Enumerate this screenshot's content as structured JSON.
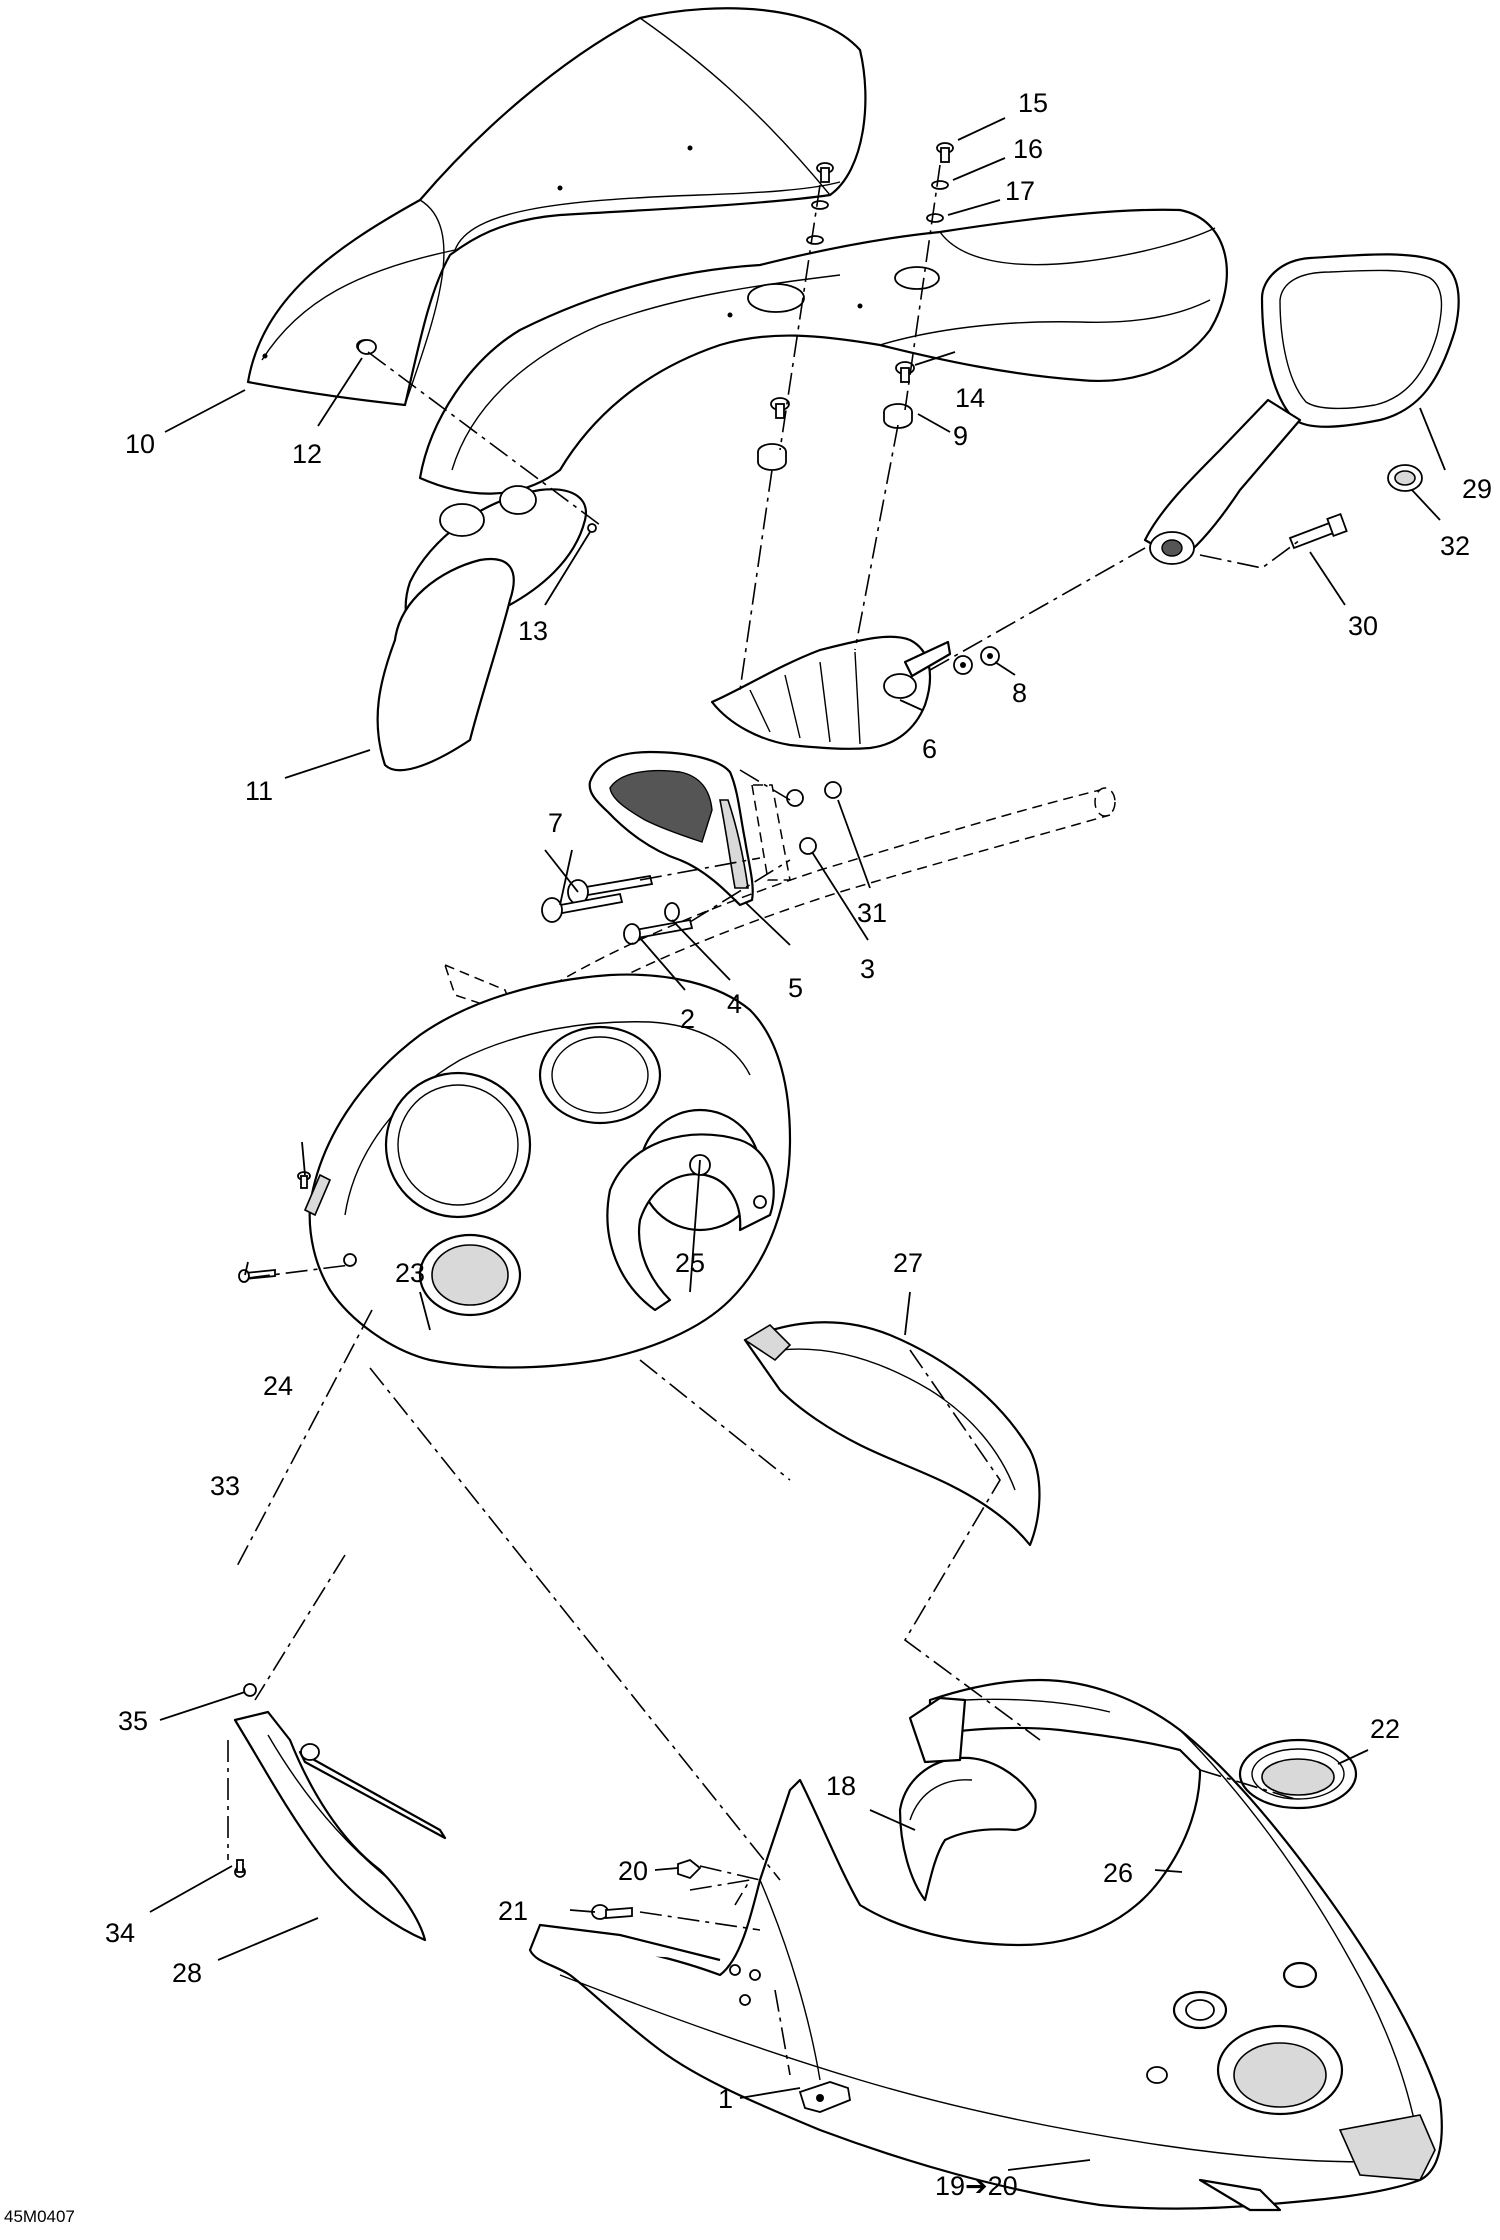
{
  "diagram": {
    "reference_code": "45M0407",
    "callouts": [
      {
        "id": "c1",
        "text": "1"
      },
      {
        "id": "c2",
        "text": "2"
      },
      {
        "id": "c3",
        "text": "3"
      },
      {
        "id": "c4",
        "text": "4"
      },
      {
        "id": "c5",
        "text": "5"
      },
      {
        "id": "c6",
        "text": "6"
      },
      {
        "id": "c7",
        "text": "7"
      },
      {
        "id": "c8",
        "text": "8"
      },
      {
        "id": "c9",
        "text": "9"
      },
      {
        "id": "c10",
        "text": "10"
      },
      {
        "id": "c11",
        "text": "11"
      },
      {
        "id": "c12",
        "text": "12"
      },
      {
        "id": "c13",
        "text": "13"
      },
      {
        "id": "c14",
        "text": "14"
      },
      {
        "id": "c15",
        "text": "15"
      },
      {
        "id": "c16",
        "text": "16"
      },
      {
        "id": "c17",
        "text": "17"
      },
      {
        "id": "c18",
        "text": "18"
      },
      {
        "id": "c19",
        "text": "19➔20"
      },
      {
        "id": "c20",
        "text": "20"
      },
      {
        "id": "c21",
        "text": "21"
      },
      {
        "id": "c22",
        "text": "22"
      },
      {
        "id": "c23",
        "text": "23"
      },
      {
        "id": "c24",
        "text": "24"
      },
      {
        "id": "c25",
        "text": "25"
      },
      {
        "id": "c26",
        "text": "26"
      },
      {
        "id": "c27",
        "text": "27"
      },
      {
        "id": "c28",
        "text": "28"
      },
      {
        "id": "c29",
        "text": "29"
      },
      {
        "id": "c30",
        "text": "30"
      },
      {
        "id": "c31",
        "text": "31"
      },
      {
        "id": "c32",
        "text": "32"
      },
      {
        "id": "c33",
        "text": "33"
      },
      {
        "id": "c34",
        "text": "34"
      },
      {
        "id": "c35",
        "text": "35"
      }
    ]
  }
}
